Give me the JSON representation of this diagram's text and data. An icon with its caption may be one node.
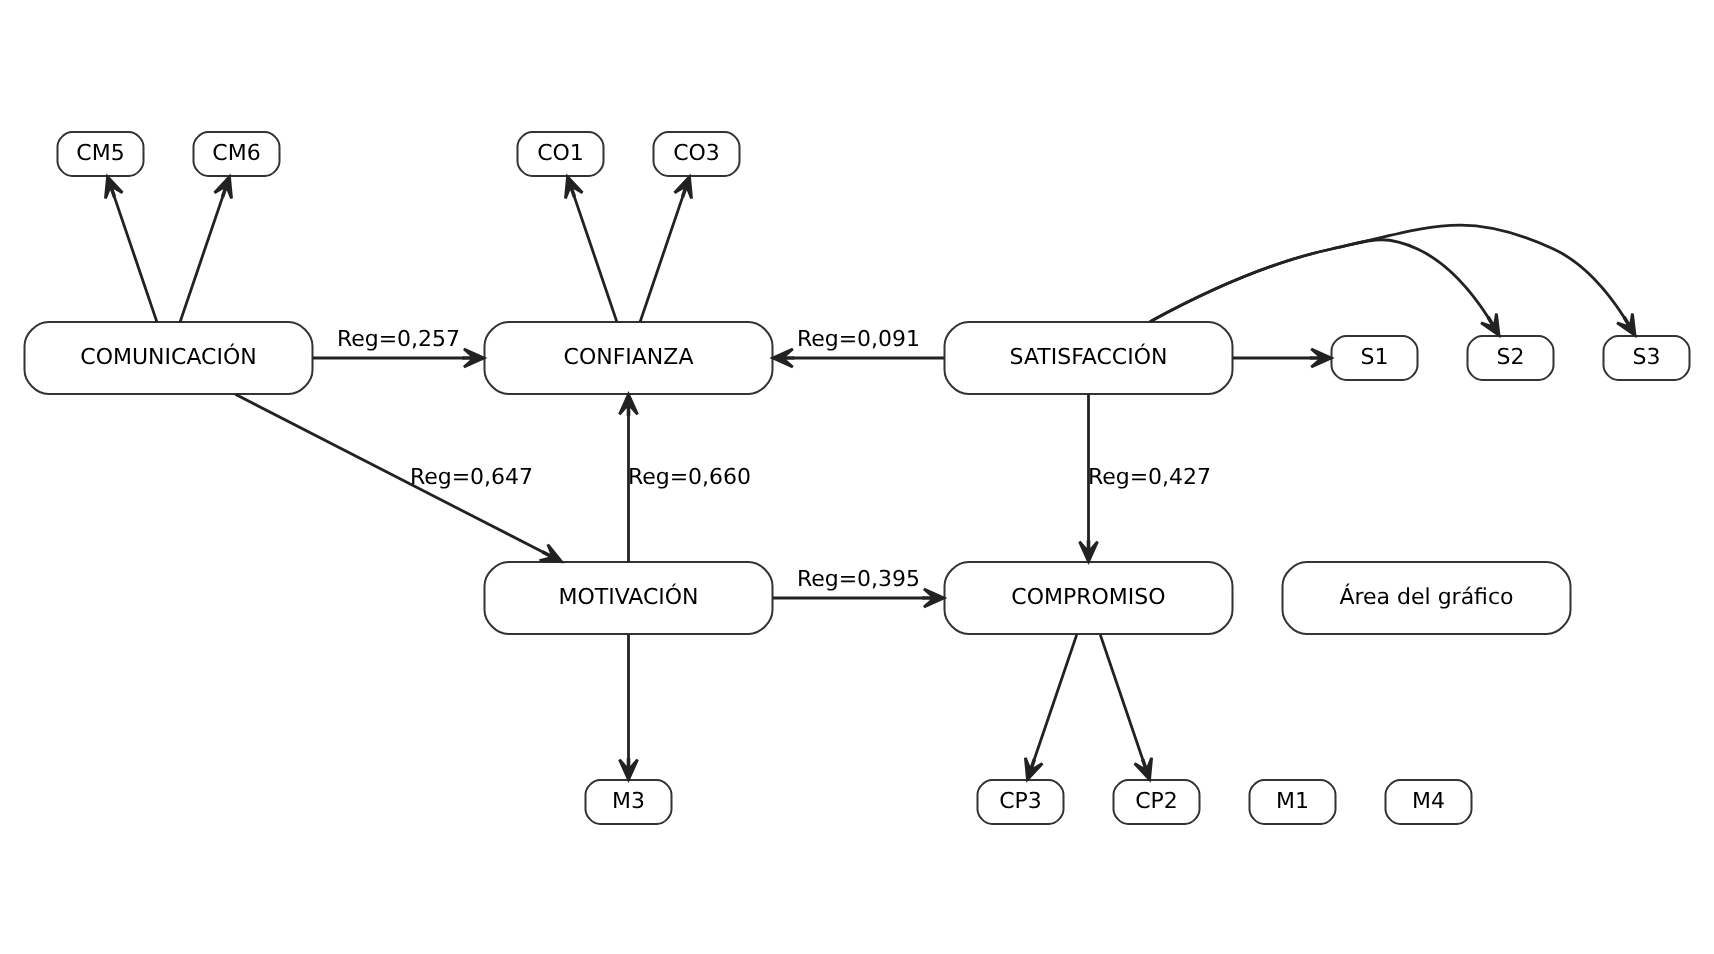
{
  "diagram": {
    "nodes": [
      {
        "text": [
          "CM5"
        ]
      },
      {
        "text": [
          "CM6"
        ]
      },
      {
        "text": [
          "CO1"
        ]
      },
      {
        "text": [
          "CO3"
        ]
      },
      {
        "text": [
          "COMUNICACIÓN"
        ]
      },
      {
        "text": [
          "CONFIANZA"
        ]
      },
      {
        "text": [
          "S1"
        ]
      },
      {
        "text": [
          "S2"
        ]
      },
      {
        "text": [
          "S3"
        ]
      },
      {
        "text": [
          "SATISFACCIÓN"
        ]
      },
      {
        "text": [
          "MOTIVACIÓN"
        ]
      },
      {
        "text": [
          "COMPROMISO"
        ]
      },
      {
        "text": [
          "Área del gráfico"
        ]
      },
      {
        "text": [
          "M1"
        ]
      },
      {
        "text": [
          "M3"
        ]
      },
      {
        "text": [
          "M4"
        ]
      },
      {
        "text": [
          "CP2"
        ]
      },
      {
        "text": [
          "CP3"
        ]
      }
    ],
    "edges": [
      {
        "from": 4,
        "to": 0,
        "arrow": "to"
      },
      {
        "from": 4,
        "to": 1,
        "arrow": "to"
      },
      {
        "from": 5,
        "to": 2,
        "arrow": "to"
      },
      {
        "from": 5,
        "to": 3,
        "arrow": "to"
      },
      {
        "from": 4,
        "to": 5,
        "arrow": "to",
        "label": "Reg=0,257"
      },
      {
        "from": 4,
        "to": 10,
        "arrow": "to",
        "label": "Reg=0,647"
      },
      {
        "from": 10,
        "to": 5,
        "arrow": "to",
        "label": "Reg=0,660"
      },
      {
        "from": 9,
        "to": 5,
        "arrow": "to",
        "label": "Reg=0,091"
      },
      {
        "from": 9,
        "to": 6,
        "arrow": "to"
      },
      {
        "from": 9,
        "to": 7,
        "arrow": "to"
      },
      {
        "from": 9,
        "to": 8,
        "arrow": "to"
      },
      {
        "from": 9,
        "to": 11,
        "arrow": "to",
        "label": "Reg=0,427"
      },
      {
        "from": 10,
        "to": 11,
        "arrow": "to",
        "label": "Reg=0,395"
      },
      {
        "from": 10,
        "to": 14,
        "arrow": "to"
      },
      {
        "from": 11,
        "to": 16,
        "arrow": "to"
      },
      {
        "from": 11,
        "to": 17,
        "arrow": "to"
      }
    ]
  }
}
